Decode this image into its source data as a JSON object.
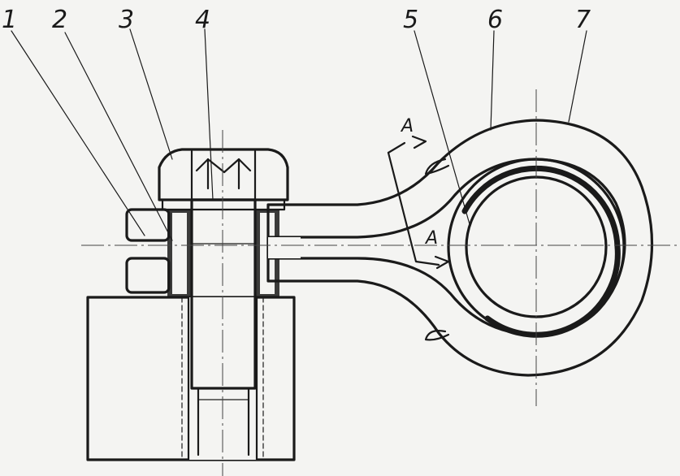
{
  "callouts": [
    {
      "id": "1",
      "text": "1"
    },
    {
      "id": "2",
      "text": "2"
    },
    {
      "id": "3",
      "text": "3"
    },
    {
      "id": "4",
      "text": "4"
    },
    {
      "id": "5",
      "text": "5"
    },
    {
      "id": "6",
      "text": "6"
    },
    {
      "id": "7",
      "text": "7"
    }
  ],
  "section_marks": [
    {
      "id": "A-top",
      "text": "A"
    },
    {
      "id": "A-bottom",
      "text": "A"
    }
  ],
  "colors": {
    "ink": "#1a1a1a",
    "paper": "#f4f4f2"
  }
}
